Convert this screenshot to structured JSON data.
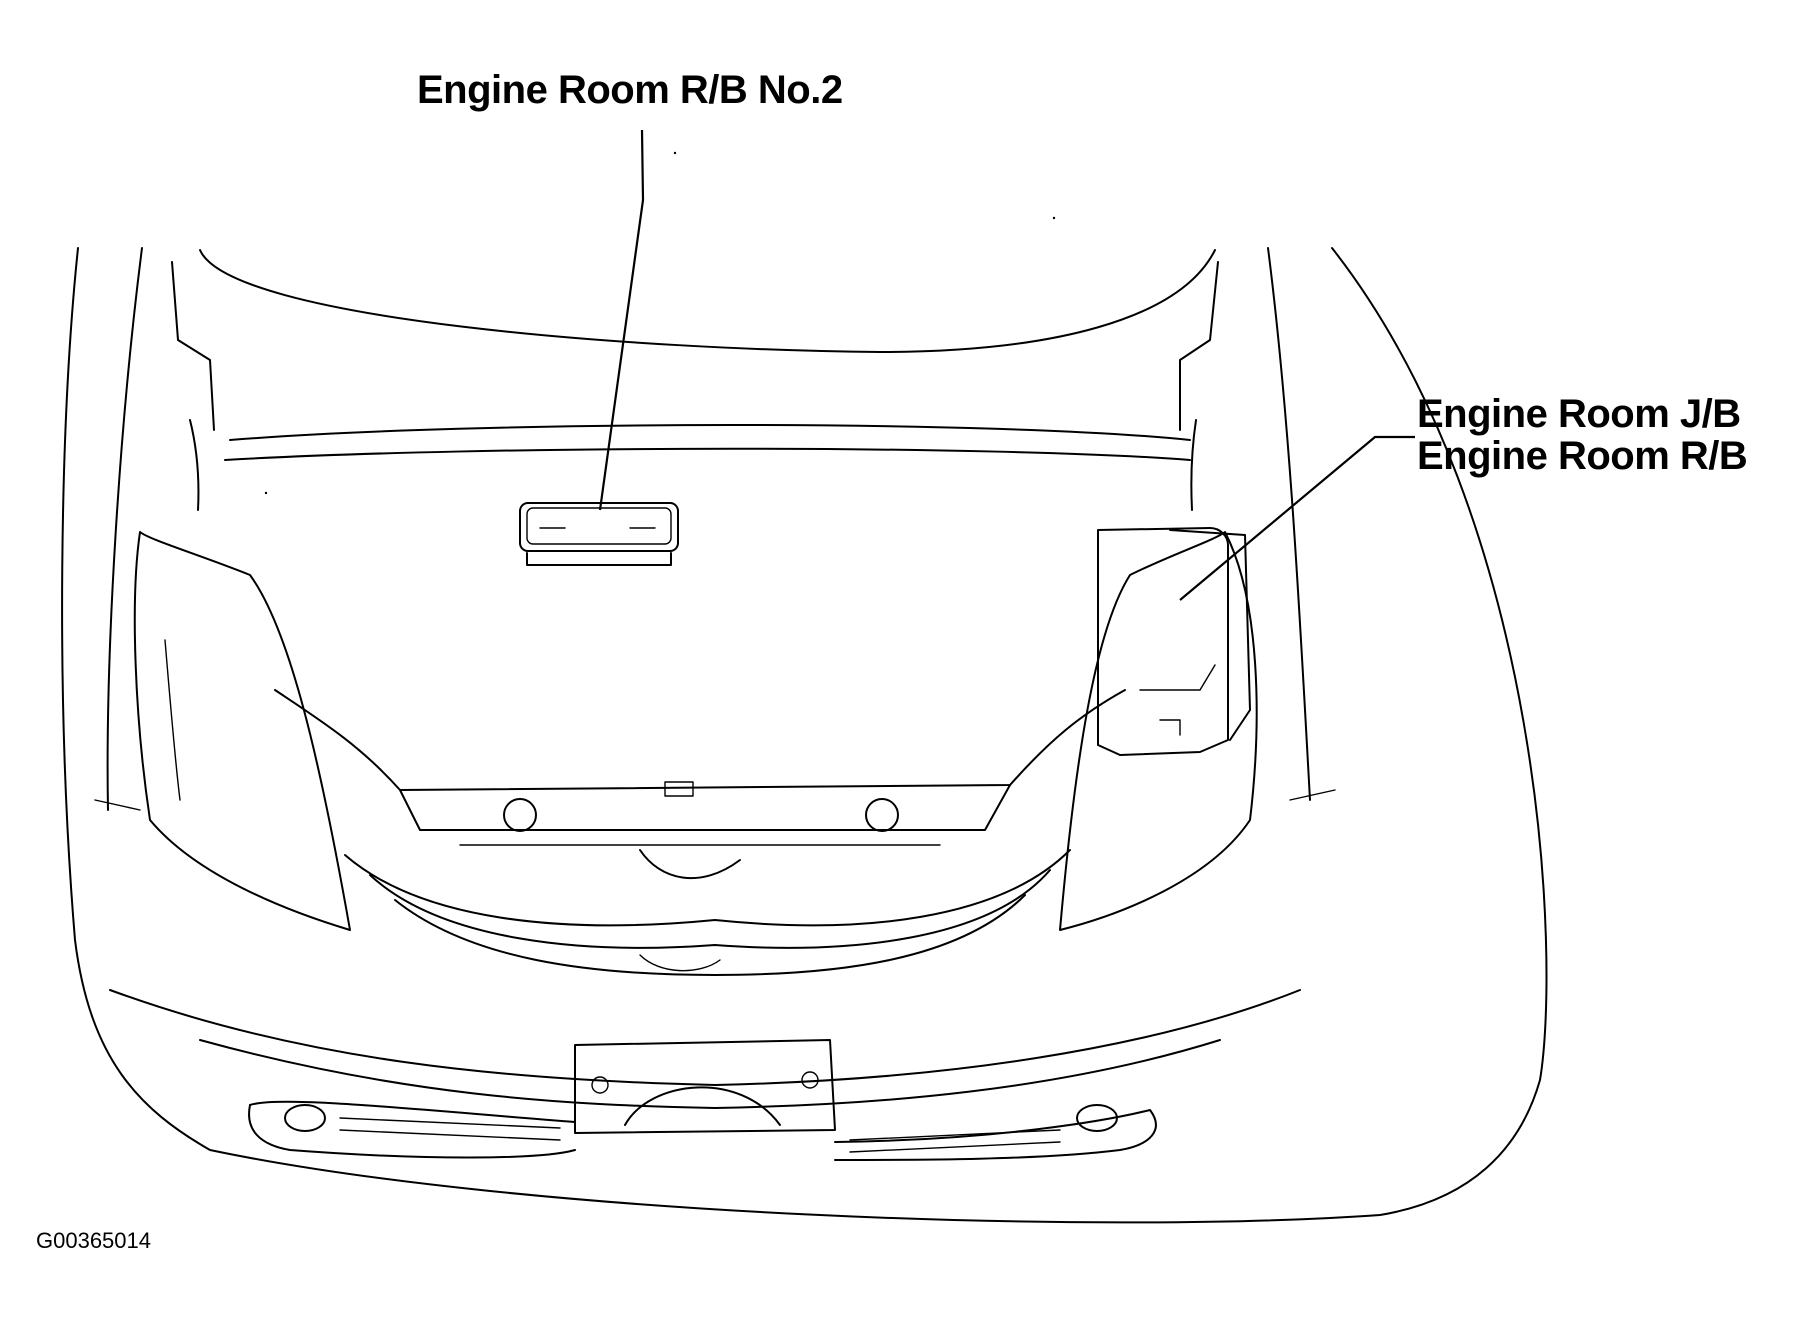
{
  "labels": {
    "relay_block_no2": "Engine Room R/B No.2",
    "junction_block": "Engine Room J/B",
    "relay_block": "Engine Room R/B"
  },
  "figure_code": "G00365014",
  "colors": {
    "ink": "#000000",
    "paper": "#ffffff"
  }
}
